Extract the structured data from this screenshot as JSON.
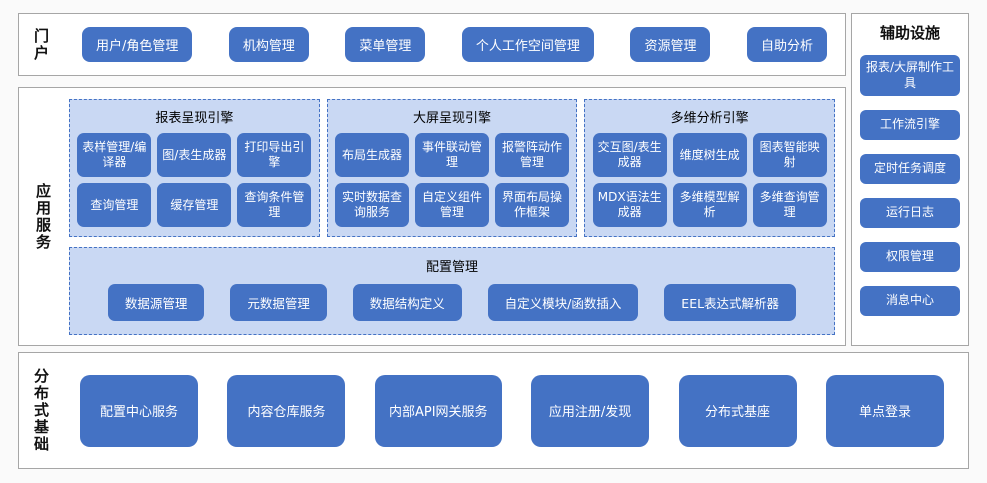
{
  "colors": {
    "button_blue": "#4472c4",
    "panel_light_blue": "#c9d8f3",
    "dashed_border_blue": "#4472c4",
    "section_border_gray": "#a6a6a6",
    "section_bg": "#ffffff",
    "button_text": "#ffffff"
  },
  "portal": {
    "label": "门户",
    "items": [
      "用户/角色管理",
      "机构管理",
      "菜单管理",
      "个人工作空间管理",
      "资源管理",
      "自助分析"
    ]
  },
  "app_services": {
    "label": "应用服务",
    "engines": [
      {
        "title": "报表呈现引擎",
        "buttons": [
          "表样管理/编译器",
          "图/表生成器",
          "打印导出引擎",
          "查询管理",
          "缓存管理",
          "查询条件管理"
        ]
      },
      {
        "title": "大屏呈现引擎",
        "buttons": [
          "布局生成器",
          "事件联动管理",
          "报警阵动作管理",
          "实时数据查询服务",
          "自定义组件管理",
          "界面布局操作框架"
        ]
      },
      {
        "title": "多维分析引擎",
        "buttons": [
          "交互图/表生成器",
          "维度树生成",
          "图表智能映射",
          "MDX语法生成器",
          "多维模型解析",
          "多维查询管理"
        ]
      }
    ],
    "config": {
      "title": "配置管理",
      "items": [
        "数据源管理",
        "元数据管理",
        "数据结构定义",
        "自定义模块/函数插入",
        "EEL表达式解析器"
      ]
    }
  },
  "auxiliary": {
    "title": "辅助设施",
    "items": [
      "报表/大屏制作工具",
      "工作流引擎",
      "定时任务调度",
      "运行日志",
      "权限管理",
      "消息中心"
    ]
  },
  "distributed": {
    "label": "分布式基础",
    "items": [
      "配置中心服务",
      "内容仓库服务",
      "内部API网关服务",
      "应用注册/发现",
      "分布式基座",
      "单点登录"
    ]
  }
}
